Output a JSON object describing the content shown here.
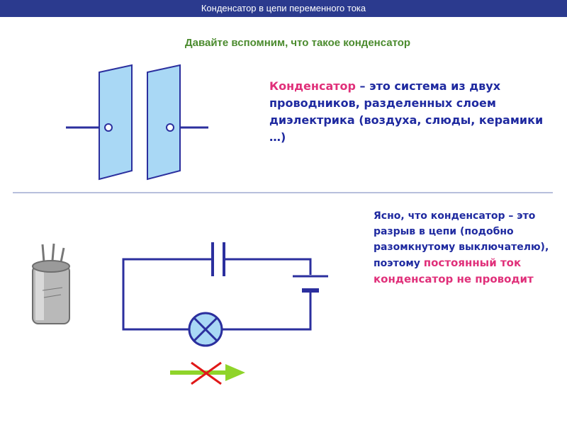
{
  "header": {
    "title": "Конденсатор в цепи переменного тока"
  },
  "subtitle": "Давайте вспомним, что такое конденсатор",
  "definition": {
    "term": "Конденсатор",
    "rest": " – это система из двух проводников, разделенных слоем диэлектрика (воздуха, слюды, керамики …)"
  },
  "explanation": {
    "part1": " Ясно, что конденсатор – это разрыв в цепи (подобно разомкнутому выключателю),",
    "part2": " поэтому ",
    "highlight": "постоянный ток конденсатор не проводит"
  },
  "colors": {
    "title_bar": "#2b3a8e",
    "subtitle": "#4b8b2e",
    "text_blue": "#1f2aa0",
    "accent_pink": "#e0307a",
    "plate_fill": "#a9d8f5",
    "wire": "#2b2f9e",
    "arrow_green": "#8fd42a",
    "cross_red": "#e01818"
  }
}
